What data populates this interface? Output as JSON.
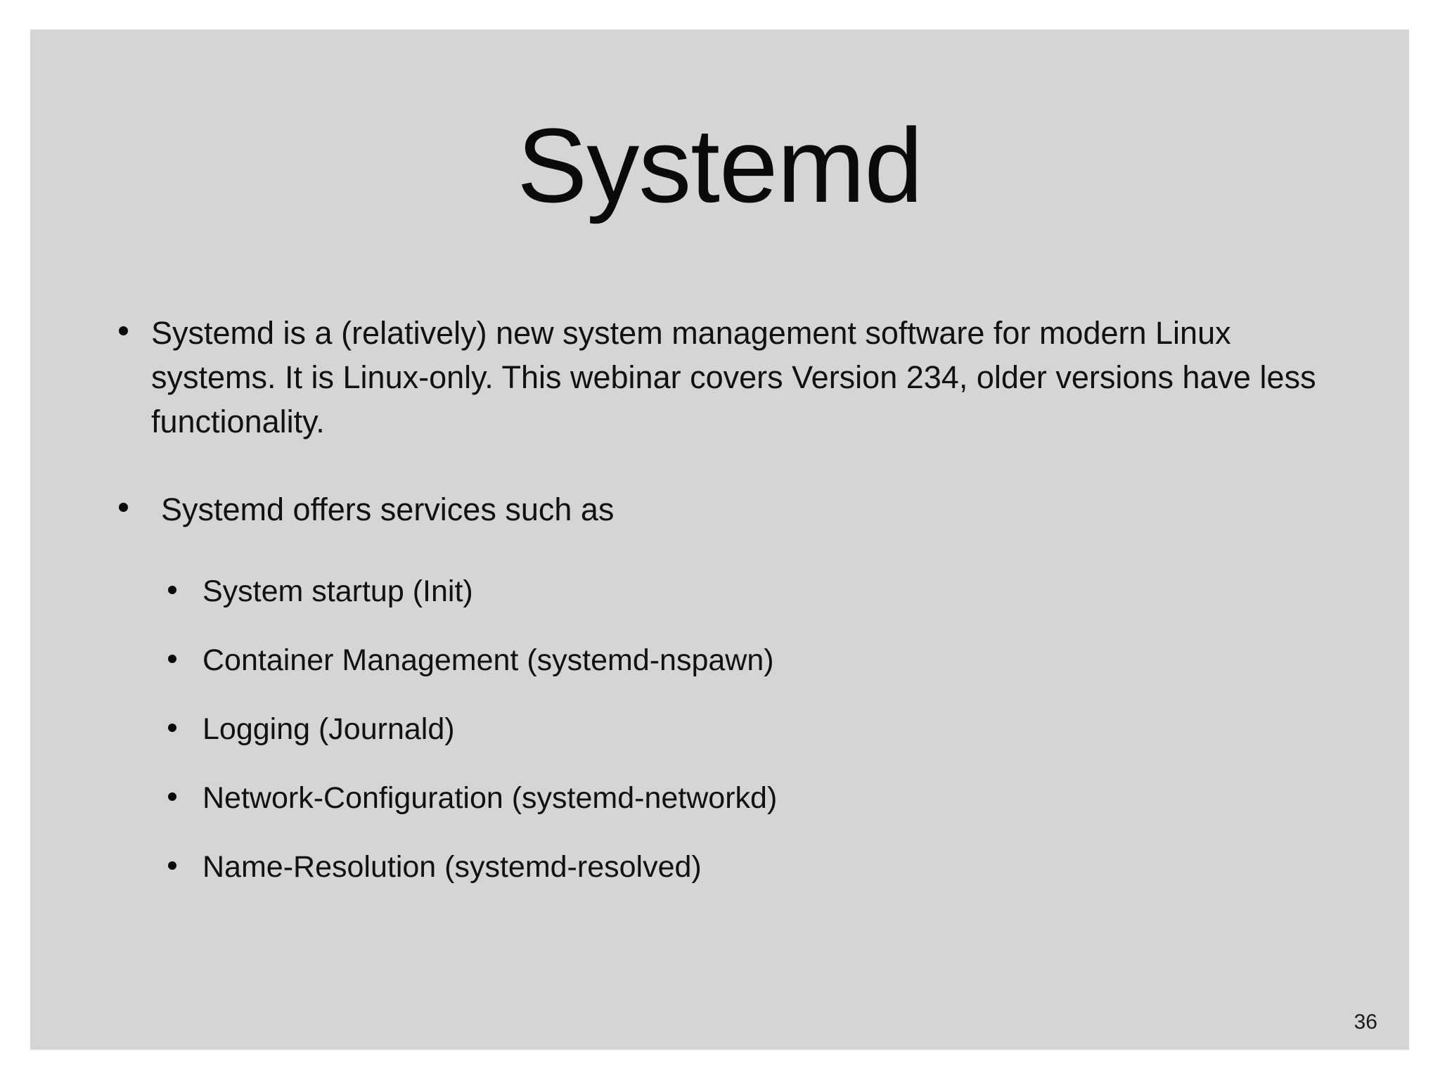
{
  "slide": {
    "title": "Systemd",
    "page_number": "36",
    "background_color": "#d5d5d5",
    "page_background_color": "#ffffff",
    "text_color": "#111111",
    "bullets": [
      {
        "level": 1,
        "text": "Systemd is a (relatively) new system management software for modern Linux systems. It is Linux-only. This webinar covers Version 234, older versions have less functionality."
      },
      {
        "level": 1,
        "text": "Systemd offers services such as"
      },
      {
        "level": 2,
        "text": "System startup (Init)"
      },
      {
        "level": 2,
        "text": "Container Management (systemd-nspawn)"
      },
      {
        "level": 2,
        "text": "Logging (Journald)"
      },
      {
        "level": 2,
        "text": "Network-Configuration (systemd-networkd)"
      },
      {
        "level": 2,
        "text": "Name-Resolution (systemd-resolved)"
      }
    ]
  }
}
